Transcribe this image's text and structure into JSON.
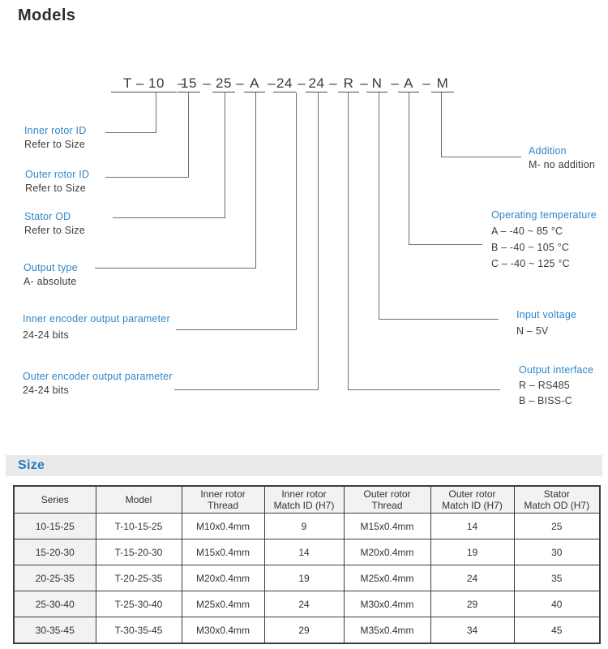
{
  "page_title": "Models",
  "model_code": {
    "separator": "–",
    "segments": [
      {
        "label": "T – 10"
      },
      {
        "label": "15"
      },
      {
        "label": "25"
      },
      {
        "label": "A"
      },
      {
        "label": "24"
      },
      {
        "label": "24"
      },
      {
        "label": "R"
      },
      {
        "label": "N"
      },
      {
        "label": "A"
      },
      {
        "label": "M"
      }
    ]
  },
  "callouts": [
    {
      "title": "Inner rotor ID",
      "lines": [
        "Refer to Size"
      ]
    },
    {
      "title": "Outer rotor ID",
      "lines": [
        "Refer to Size"
      ]
    },
    {
      "title": "Stator OD",
      "lines": [
        "Refer to Size"
      ]
    },
    {
      "title": "Output type",
      "lines": [
        "A- absolute"
      ]
    },
    {
      "title": "Inner encoder output parameter",
      "lines": [
        "24-24 bits"
      ]
    },
    {
      "title": "Outer encoder output parameter",
      "lines": [
        "24-24 bits"
      ]
    },
    {
      "title": "Addition",
      "lines": [
        "M- no addition"
      ]
    },
    {
      "title": "Operating temperature",
      "lines": [
        "A – -40 ~ 85 °C",
        "B – -40 ~ 105 °C",
        "C – -40 ~ 125 °C"
      ]
    },
    {
      "title": "Input voltage",
      "lines": [
        "N – 5V"
      ]
    },
    {
      "title": "Output interface",
      "lines": [
        "R – RS485",
        "B – BISS-C"
      ]
    }
  ],
  "size_section": {
    "heading": "Size"
  },
  "size_table": {
    "headers": [
      "Series",
      "Model",
      "Inner rotor\nThread",
      "Inner rotor\nMatch ID (H7)",
      "Outer rotor\nThread",
      "Outer rotor\nMatch ID (H7)",
      "Stator\nMatch OD (H7)"
    ],
    "rows": [
      [
        "10-15-25",
        "T-10-15-25",
        "M10x0.4mm",
        "9",
        "M15x0.4mm",
        "14",
        "25"
      ],
      [
        "15-20-30",
        "T-15-20-30",
        "M15x0.4mm",
        "14",
        "M20x0.4mm",
        "19",
        "30"
      ],
      [
        "20-25-35",
        "T-20-25-35",
        "M20x0.4mm",
        "19",
        "M25x0.4mm",
        "24",
        "35"
      ],
      [
        "25-30-40",
        "T-25-30-40",
        "M25x0.4mm",
        "24",
        "M30x0.4mm",
        "29",
        "40"
      ],
      [
        "30-35-45",
        "T-30-35-45",
        "M30x0.4mm",
        "29",
        "M35x0.4mm",
        "34",
        "45"
      ]
    ]
  },
  "colors": {
    "accent_blue": "#2e86c9",
    "heading_blue": "#1e7ec3",
    "band_gray": "#eaeaea",
    "line_gray": "#6e6e6e",
    "text_dark": "#3a3a3a"
  }
}
